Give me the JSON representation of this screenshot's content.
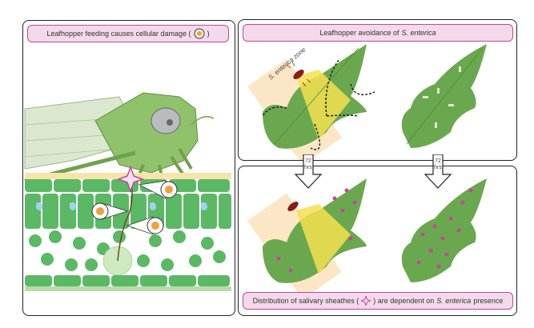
{
  "left_panel": {
    "title": "Leafhopper feeding causes cellular damage (",
    "title_end": ")",
    "title_icon": "damaged-cell-icon"
  },
  "top_right_panel": {
    "title_prefix": "Leafhopper avoidance of ",
    "title_italic": "S. enterica",
    "zone_label": "S. enterica zone"
  },
  "bottom_right_panel": {
    "caption_prefix": "Distribution of salivary sheathes (",
    "caption_middle": ") are dependent on ",
    "caption_italic": "S. enterica",
    "caption_suffix": " presence",
    "caption_icon": "salivary-sheath-icon"
  },
  "arrows": [
    {
      "label_line1": "72",
      "label_line2": "hrs"
    },
    {
      "label_line1": "72",
      "label_line2": "hrs"
    }
  ],
  "colors": {
    "pill_bg": "#f3d9ea",
    "pill_border": "#c0489a",
    "leaf": "#6aa84f",
    "zone": "#fbe7c6",
    "yellow": "#f4e04d",
    "sheath": "#c0489a"
  }
}
